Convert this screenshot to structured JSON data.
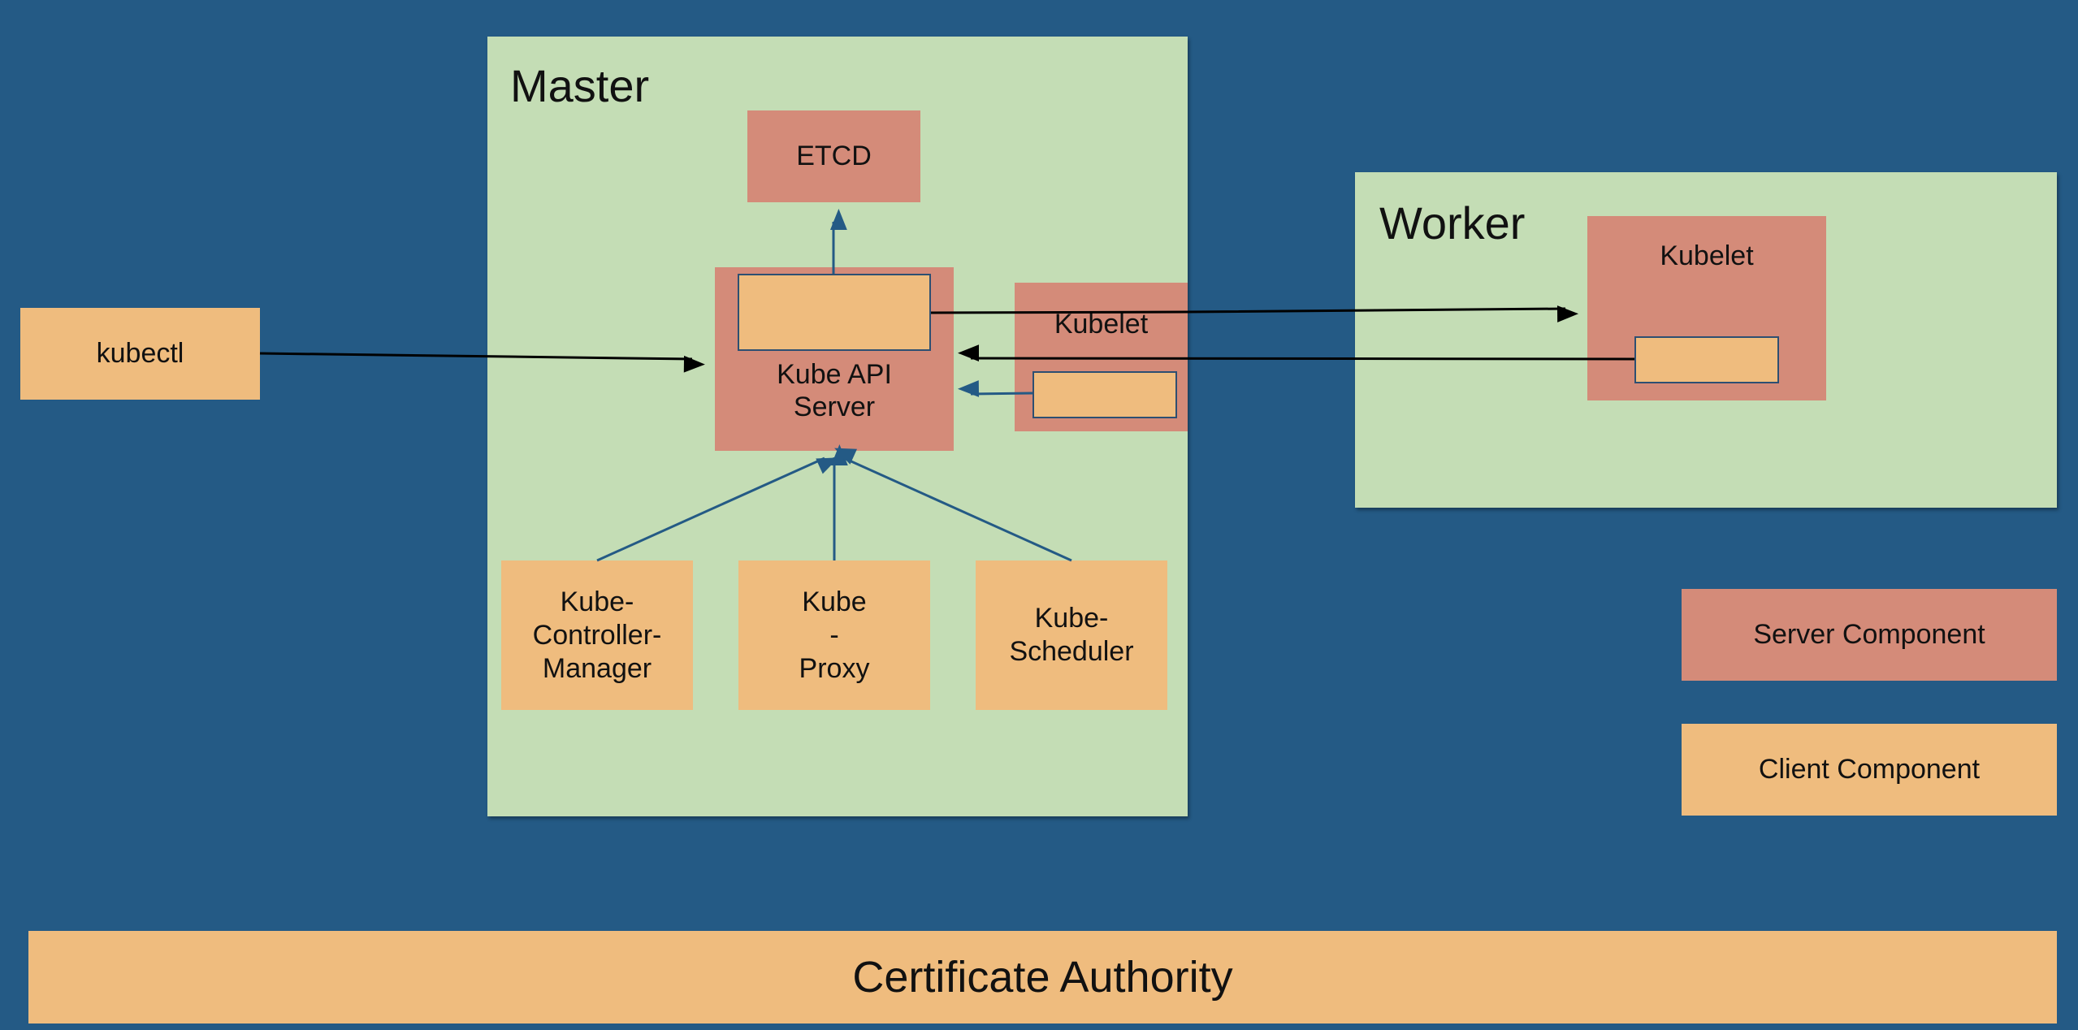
{
  "master": {
    "title": "Master"
  },
  "worker": {
    "title": "Worker"
  },
  "components": {
    "etcd": "ETCD",
    "kube_api_server": "Kube API Server",
    "master_kubelet": "Kubelet",
    "worker_kubelet": "Kubelet",
    "kubectl": "kubectl",
    "kube_controller_manager": "Kube-Controller-Manager",
    "kube_proxy": "Kube-Proxy",
    "kube_scheduler": "Kube-Scheduler"
  },
  "legend": {
    "server": "Server Component",
    "client": "Client Component"
  },
  "certificate_authority": "Certificate Authority",
  "colors": {
    "background": "#245a85",
    "node_panel": "#c4ddb5",
    "server_component": "#d48b79",
    "client_component": "#efbc7e",
    "arrow_black": "#000000",
    "arrow_blue": "#245a85"
  }
}
